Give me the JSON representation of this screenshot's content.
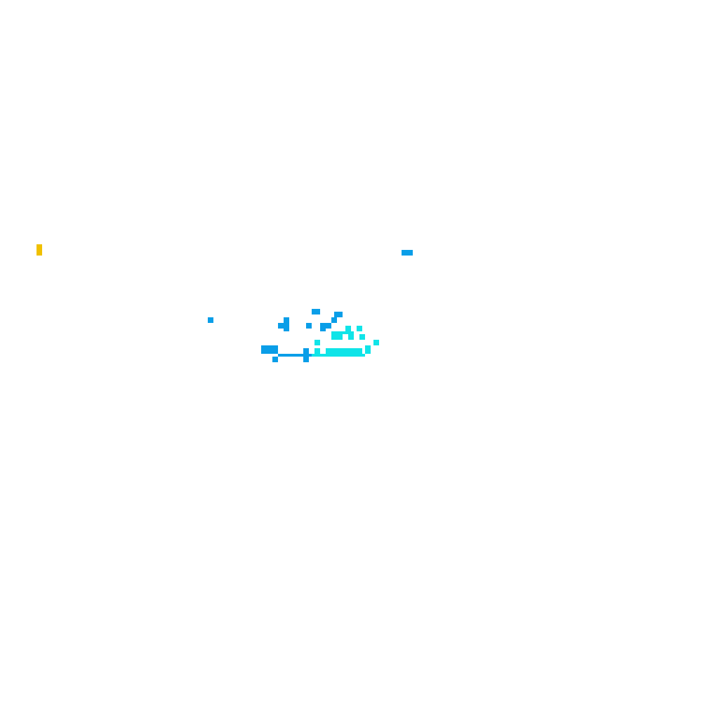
{
  "board": {
    "background": "#ffffff",
    "palette": {
      "blue": "#0a9ee8",
      "cyan": "#10e4e8",
      "yellow": "#f0c000"
    },
    "cells": [
      {
        "col": 13,
        "row": 87,
        "w": 2,
        "h": 4,
        "c": "yellow",
        "name": "yellow-marker"
      },
      {
        "col": 143,
        "row": 89,
        "w": 4,
        "h": 2,
        "c": "blue",
        "name": "blue-dash-right"
      },
      {
        "col": 74,
        "row": 113,
        "w": 2,
        "h": 2,
        "c": "blue",
        "name": "blue-dot-left"
      },
      {
        "col": 111,
        "row": 110,
        "w": 3,
        "h": 2,
        "c": "blue",
        "name": "blue-pixel"
      },
      {
        "col": 119,
        "row": 111,
        "w": 3,
        "h": 2,
        "c": "blue",
        "name": "blue-pixel"
      },
      {
        "col": 118,
        "row": 113,
        "w": 2,
        "h": 2,
        "c": "blue",
        "name": "blue-pixel"
      },
      {
        "col": 101,
        "row": 113,
        "w": 2,
        "h": 5,
        "c": "blue",
        "name": "blue-pixel"
      },
      {
        "col": 99,
        "row": 115,
        "w": 2,
        "h": 2,
        "c": "blue",
        "name": "blue-pixel"
      },
      {
        "col": 109,
        "row": 115,
        "w": 2,
        "h": 2,
        "c": "blue",
        "name": "blue-pixel"
      },
      {
        "col": 114,
        "row": 115,
        "w": 4,
        "h": 2,
        "c": "blue",
        "name": "blue-pixel"
      },
      {
        "col": 114,
        "row": 117,
        "w": 2,
        "h": 1,
        "c": "blue",
        "name": "blue-pixel"
      },
      {
        "col": 93,
        "row": 123,
        "w": 6,
        "h": 3,
        "c": "blue",
        "name": "blue-block"
      },
      {
        "col": 99,
        "row": 126,
        "w": 12,
        "h": 1,
        "c": "blue",
        "name": "blue-line"
      },
      {
        "col": 108,
        "row": 124,
        "w": 2,
        "h": 5,
        "c": "blue",
        "name": "blue-pixel"
      },
      {
        "col": 97,
        "row": 127,
        "w": 2,
        "h": 2,
        "c": "blue",
        "name": "blue-pixel"
      },
      {
        "col": 123,
        "row": 116,
        "w": 2,
        "h": 2,
        "c": "cyan",
        "name": "cyan-pixel"
      },
      {
        "col": 127,
        "row": 116,
        "w": 2,
        "h": 2,
        "c": "cyan",
        "name": "cyan-pixel"
      },
      {
        "col": 118,
        "row": 118,
        "w": 4,
        "h": 3,
        "c": "cyan",
        "name": "cyan-pixel"
      },
      {
        "col": 122,
        "row": 118,
        "w": 4,
        "h": 1,
        "c": "cyan",
        "name": "cyan-pixel"
      },
      {
        "col": 124,
        "row": 119,
        "w": 2,
        "h": 2,
        "c": "cyan",
        "name": "cyan-pixel"
      },
      {
        "col": 128,
        "row": 119,
        "w": 2,
        "h": 2,
        "c": "cyan",
        "name": "cyan-pixel"
      },
      {
        "col": 112,
        "row": 121,
        "w": 2,
        "h": 2,
        "c": "cyan",
        "name": "cyan-pixel"
      },
      {
        "col": 133,
        "row": 121,
        "w": 2,
        "h": 2,
        "c": "cyan",
        "name": "cyan-pixel"
      },
      {
        "col": 130,
        "row": 123,
        "w": 2,
        "h": 3,
        "c": "cyan",
        "name": "cyan-pixel"
      },
      {
        "col": 112,
        "row": 124,
        "w": 2,
        "h": 2,
        "c": "cyan",
        "name": "cyan-pixel"
      },
      {
        "col": 116,
        "row": 124,
        "w": 13,
        "h": 2,
        "c": "cyan",
        "name": "cyan-pixel"
      },
      {
        "col": 111,
        "row": 126,
        "w": 19,
        "h": 1,
        "c": "cyan",
        "name": "cyan-line"
      }
    ]
  }
}
